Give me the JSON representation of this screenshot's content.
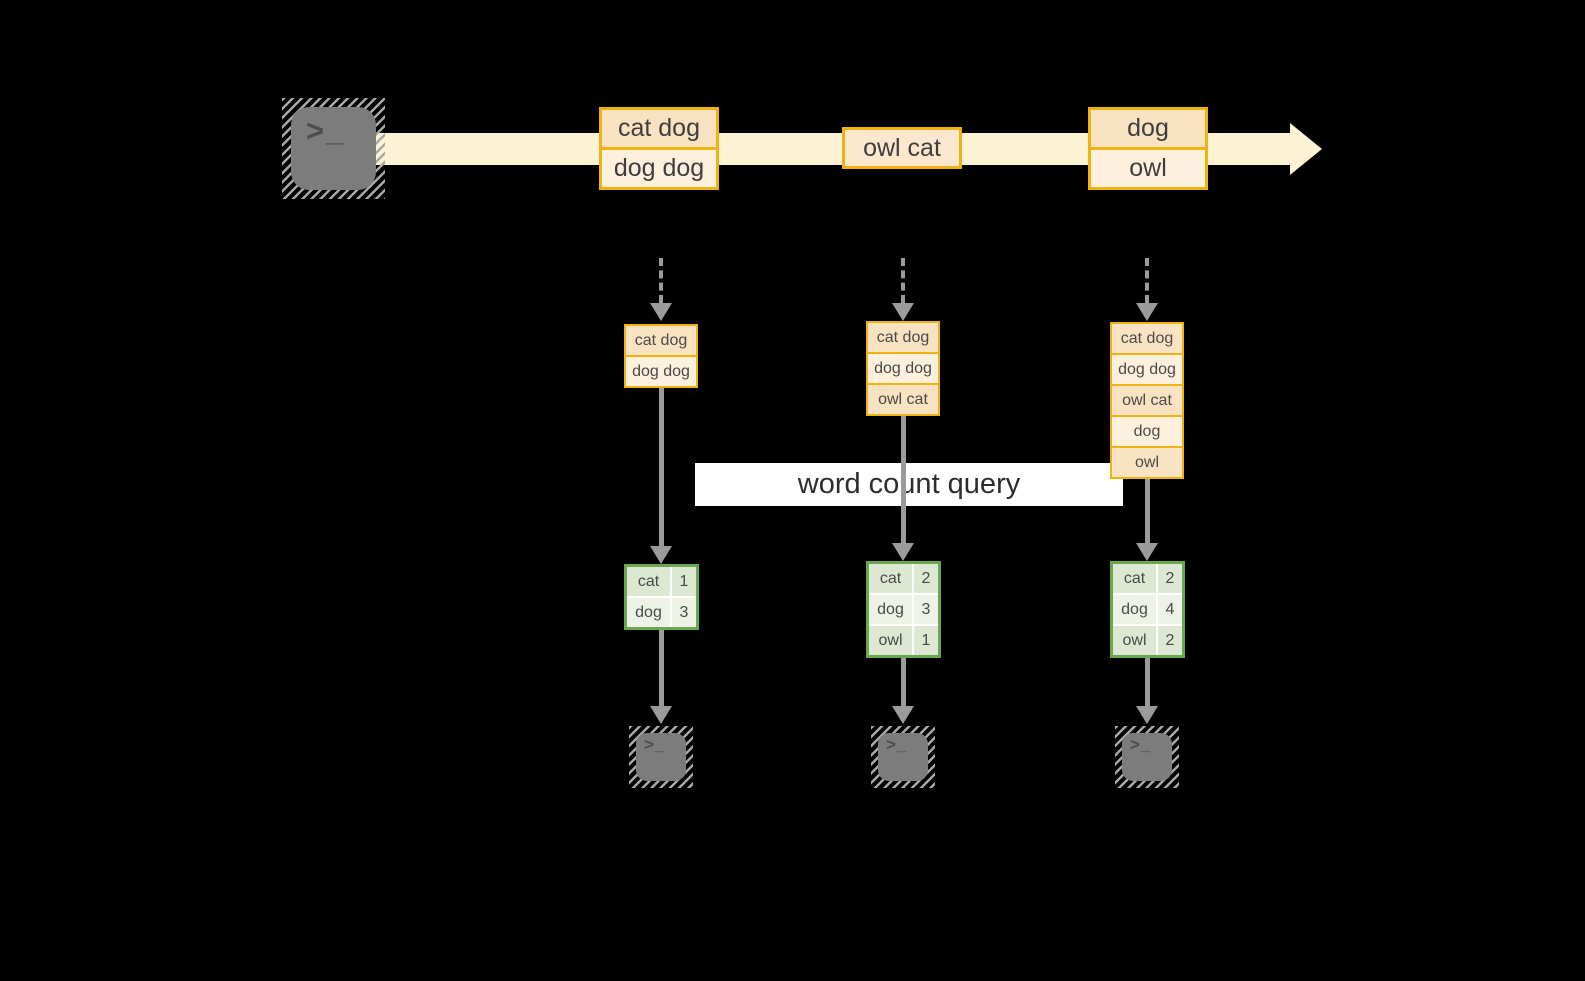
{
  "query": {
    "label": "word count query"
  },
  "terminal": {
    "glyph": ">_"
  },
  "stream_events": [
    {
      "lines": [
        "cat dog",
        "dog dog"
      ]
    },
    {
      "lines": [
        "owl cat"
      ]
    },
    {
      "lines": [
        "dog",
        "owl"
      ]
    }
  ],
  "columns": [
    {
      "state": [
        "cat dog",
        "dog dog"
      ],
      "counts": [
        {
          "word": "cat",
          "count": "1"
        },
        {
          "word": "dog",
          "count": "3"
        }
      ]
    },
    {
      "state": [
        "cat dog",
        "dog dog",
        "owl cat"
      ],
      "counts": [
        {
          "word": "cat",
          "count": "2"
        },
        {
          "word": "dog",
          "count": "3"
        },
        {
          "word": "owl",
          "count": "1"
        }
      ]
    },
    {
      "state": [
        "cat dog",
        "dog dog",
        "owl cat",
        "dog",
        "owl"
      ],
      "counts": [
        {
          "word": "cat",
          "count": "2"
        },
        {
          "word": "dog",
          "count": "4"
        },
        {
          "word": "owl",
          "count": "2"
        }
      ]
    }
  ],
  "colors": {
    "amber_border": "#eeb211",
    "cell_dark": "#f9e2c1",
    "cell_light": "#fdf0dd",
    "cell_mid": "#fbe7cd",
    "stream_band": "#fbf3d3",
    "green_border": "#6aa84f",
    "green_row_dark": "#dce8d1",
    "green_row_light": "#edf2e6",
    "arrow_gray": "#9b9b9b",
    "terminal_gray": "#7c7c7c",
    "background": "#000000"
  }
}
